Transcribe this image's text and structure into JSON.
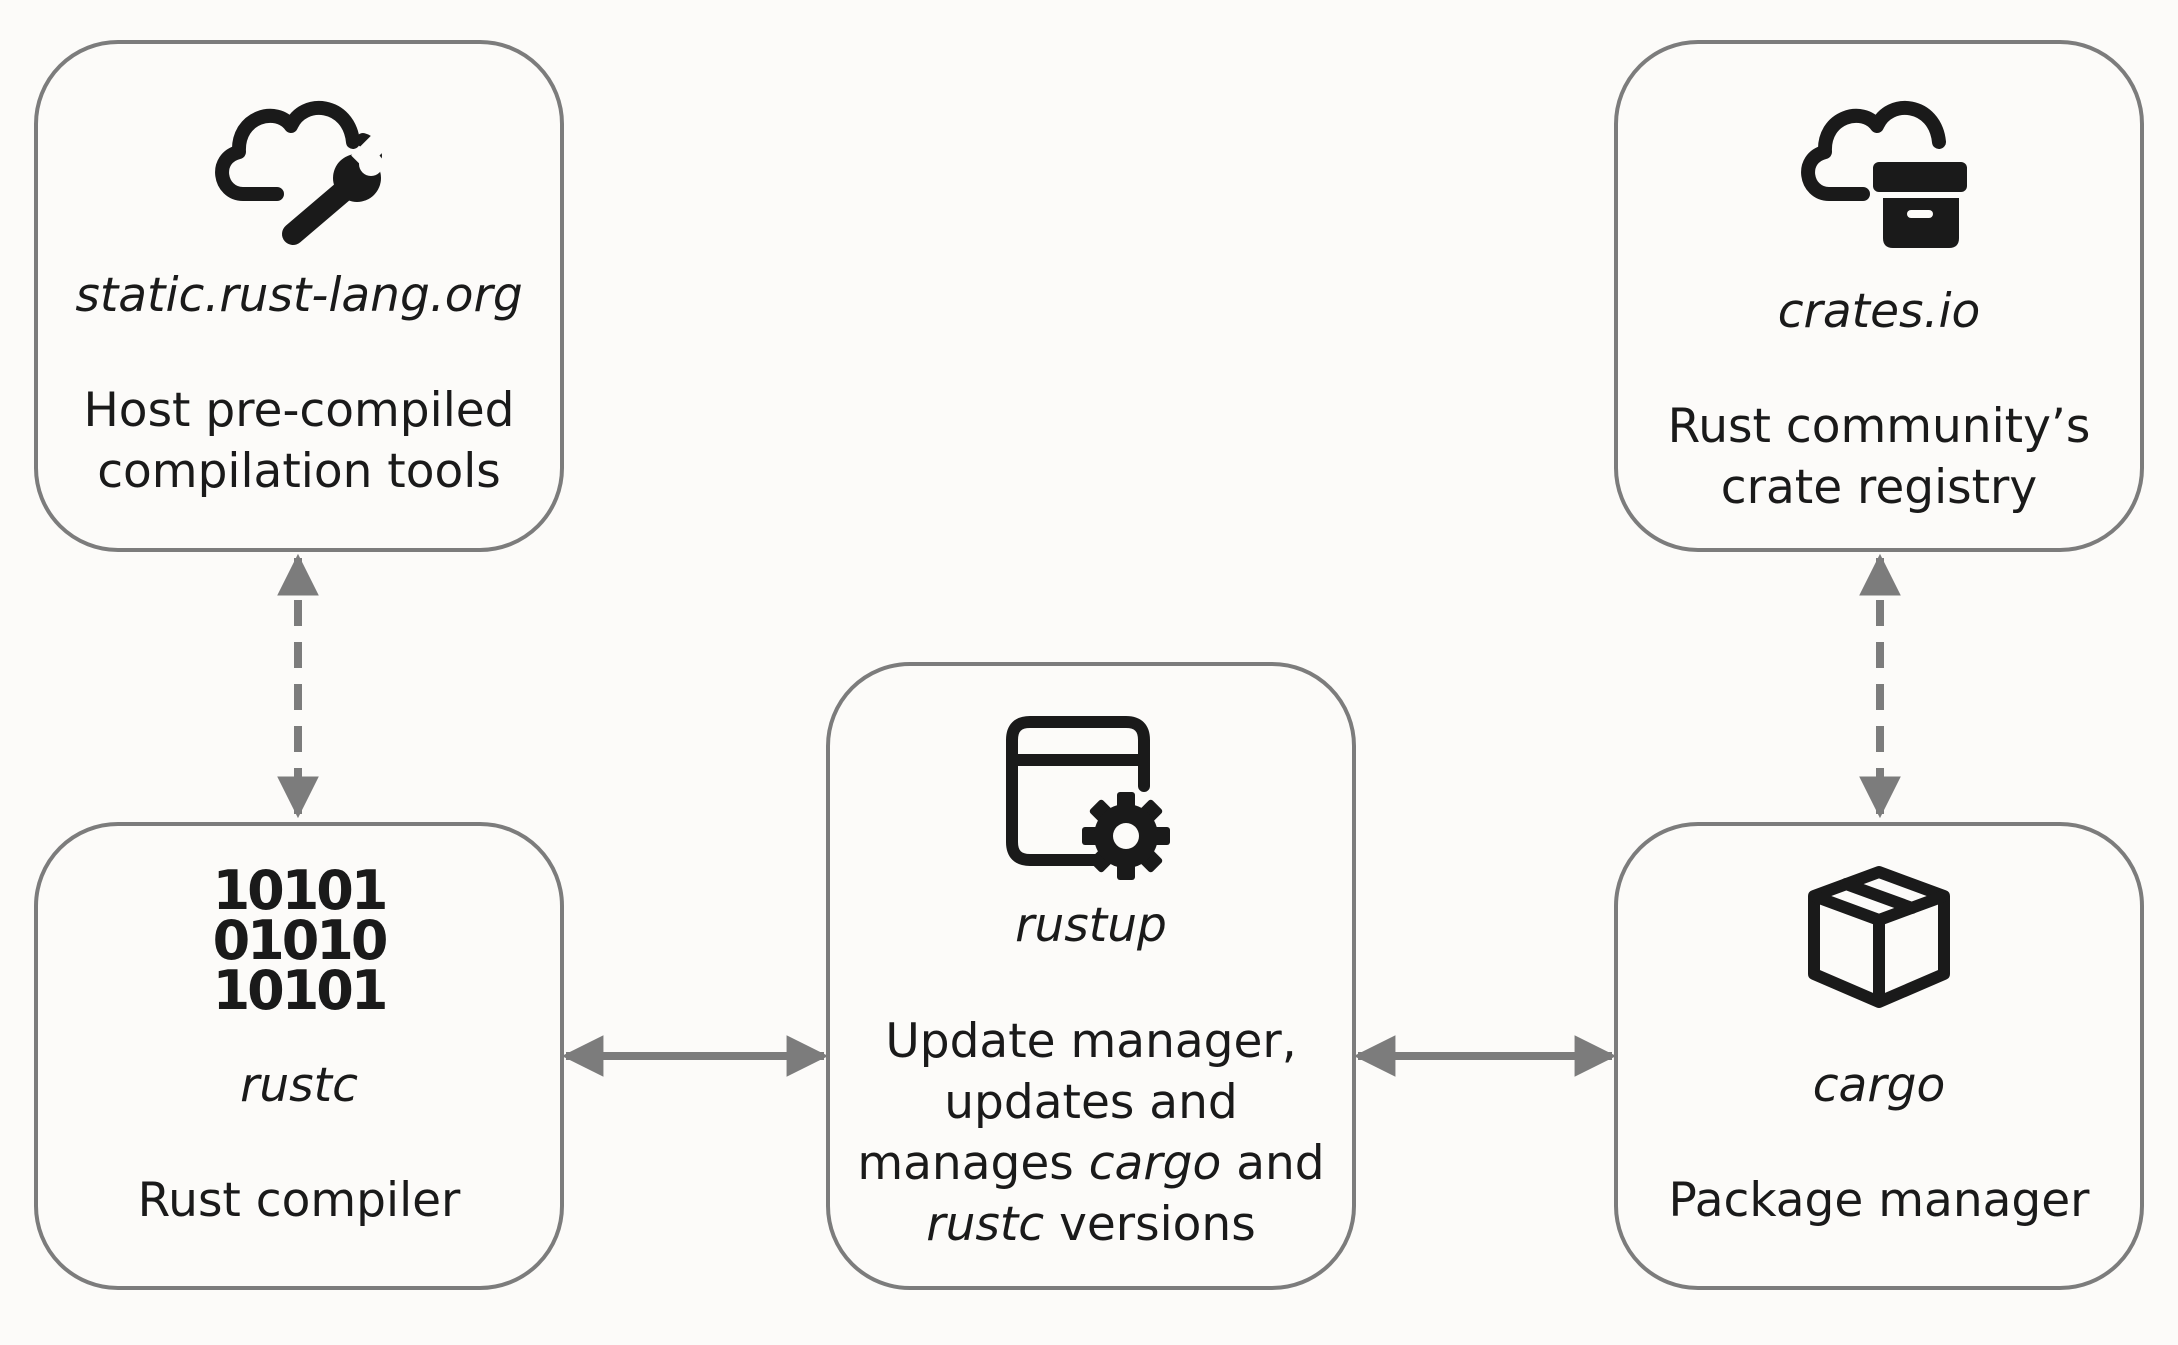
{
  "nodes": {
    "static": {
      "title": "static.rust-lang.org",
      "desc": [
        "Host pre-compiled",
        "compilation tools"
      ],
      "icon": "cloud-wrench-icon"
    },
    "crates": {
      "title": "crates.io",
      "desc": [
        "Rust community’s",
        "crate registry"
      ],
      "icon": "cloud-archive-icon"
    },
    "rustc": {
      "title": "rustc",
      "desc": [
        "Rust compiler"
      ],
      "icon": "binary-code-icon",
      "binary": [
        "10101",
        "01010",
        "10101"
      ]
    },
    "rustup": {
      "title": "rustup",
      "icon": "window-gear-icon",
      "desc_line1": "Update manager,",
      "desc_line2": "updates and",
      "desc_line3_pre": "manages ",
      "desc_line3_em": "cargo",
      "desc_line3_post": " and",
      "desc_line4_em": "rustc",
      "desc_line4_post": " versions"
    },
    "cargo": {
      "title": "cargo",
      "desc": [
        "Package manager"
      ],
      "icon": "package-box-icon"
    }
  },
  "colors": {
    "border": "#7c7c7c",
    "arrow": "#7c7c7c",
    "text": "#1a1a1a",
    "background": "#fcfbf9"
  }
}
